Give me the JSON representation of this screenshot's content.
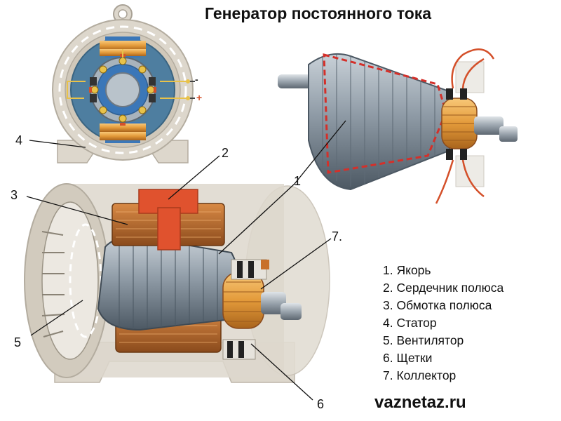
{
  "title": "Генератор постоянного тока",
  "callouts": [
    "1",
    "2",
    "3",
    "4",
    "5",
    "6",
    "7."
  ],
  "legend": [
    "1. Якорь",
    "2. Сердечник полюса",
    "3. Обмотка полюса",
    "4. Статор",
    "5. Вентилятор",
    "6. Щетки",
    "7. Коллектор"
  ],
  "terminals": {
    "minus": "-",
    "plus": "+"
  },
  "website": "vaznetaz.ru",
  "colors": {
    "copper": "#e8a040",
    "pole_core": "#e0522e",
    "winding": "#b8692f",
    "armature": "#8f9ba6",
    "stator_blue": "#4e7ea0",
    "housing": "#ddd7cc",
    "wire": "#d4502a"
  }
}
